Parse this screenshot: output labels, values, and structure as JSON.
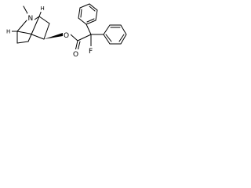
{
  "atoms": {
    "n_methyl_label": "N",
    "bridge_h_left": "H",
    "bridge_h_right": "H",
    "ester_o_label": "O",
    "carbonyl_o_label": "O",
    "fluorine_label": "F"
  },
  "colors": {
    "background": "#ffffff",
    "bonds": "#000000",
    "text": "#000000"
  }
}
